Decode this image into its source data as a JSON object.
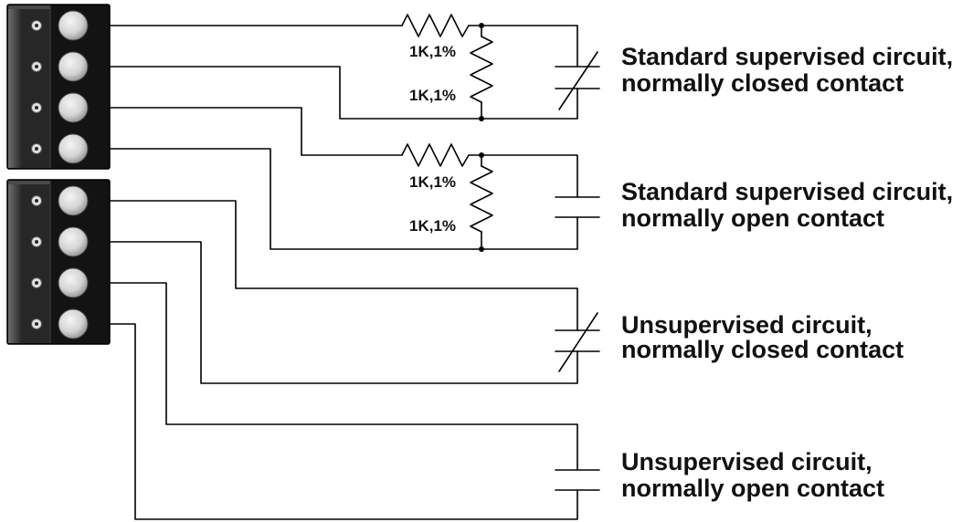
{
  "diagram": {
    "circuits": [
      {
        "resistors": [
          "1K,1%",
          "1K,1%"
        ],
        "label_line1": "Standard supervised circuit,",
        "label_line2": "normally closed contact"
      },
      {
        "resistors": [
          "1K,1%",
          "1K,1%"
        ],
        "label_line1": "Standard supervised circuit,",
        "label_line2": "normally open contact"
      },
      {
        "label_line1": "Unsupervised circuit,",
        "label_line2": "normally closed contact"
      },
      {
        "label_line1": "Unsupervised circuit,",
        "label_line2": "normally open contact"
      }
    ]
  },
  "colors": {
    "wire": "#000000",
    "text": "#111111",
    "terminal_body": "#131313",
    "terminal_hole": "#e2e2e2",
    "terminal_screw": "#d4d4d4"
  }
}
